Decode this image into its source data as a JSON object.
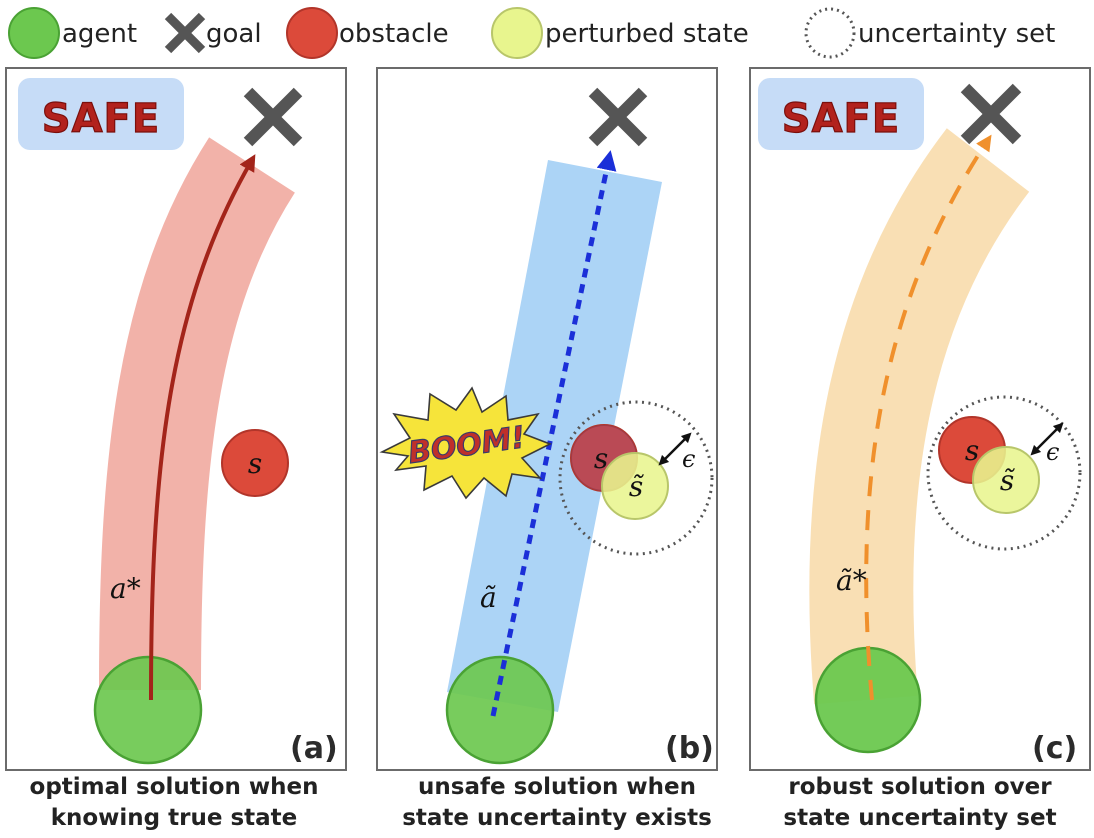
{
  "legend": {
    "agent": "agent",
    "goal": "goal",
    "obstacle": "obstacle",
    "perturbed": "perturbed state",
    "uncertainty": "uncertainty set"
  },
  "panels": [
    {
      "tag": "(a)",
      "badge": "SAFE",
      "action": "a*",
      "obstacle": "s",
      "caption": [
        "optimal solution when",
        "knowing true state"
      ]
    },
    {
      "tag": "(b)",
      "burst": "BOOM!",
      "action": "ã",
      "obstacle": "s",
      "perturbed": "s̃",
      "epsilon": "ϵ",
      "caption": [
        "unsafe solution when",
        "state uncertainty exists"
      ]
    },
    {
      "tag": "(c)",
      "badge": "SAFE",
      "action": "ã*",
      "obstacle": "s",
      "perturbed": "s̃",
      "epsilon": "ϵ",
      "caption": [
        "robust solution over",
        "state uncertainty set"
      ]
    }
  ],
  "colors": {
    "agent": "#6cc84f",
    "obstacle": "#dc4a3a",
    "perturbed": "#e8f58e",
    "goal": "#555555",
    "path_a": "#f0a49a",
    "path_b": "#9ecdf5",
    "path_c": "#f9ddb0",
    "arrow_a": "#a3241a",
    "arrow_b": "#1b2fd8",
    "arrow_c": "#f0902c",
    "badge": "#c6dcf7"
  }
}
